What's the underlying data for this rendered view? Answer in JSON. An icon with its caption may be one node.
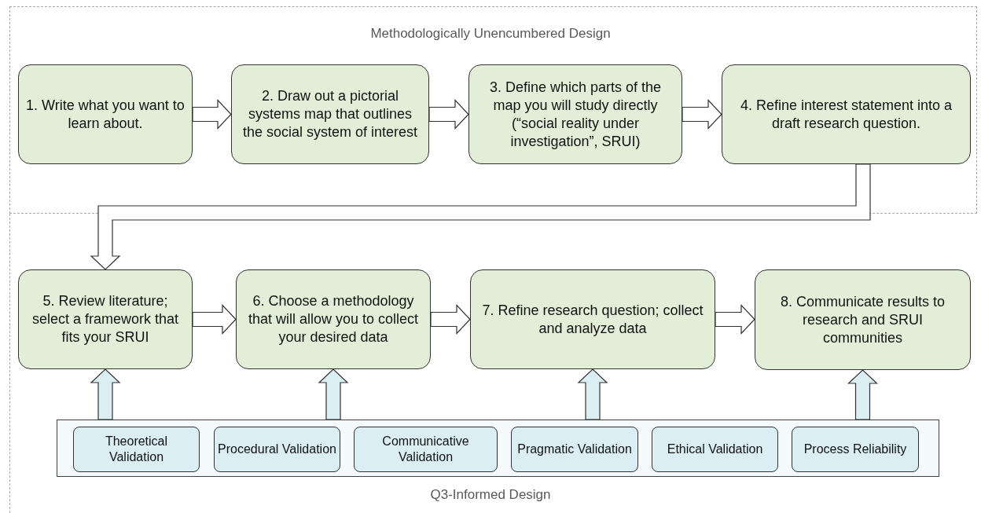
{
  "diagram": {
    "nodes": [
      {
        "text": [
          "1. Write what you want to learn about."
        ]
      },
      {
        "text": [
          "2. Draw out a pictorial systems map that outlines the social system of interest"
        ]
      },
      {
        "text": [
          "3. Define which parts of the map you will study directly (“social reality under investigation”, SRUI)"
        ]
      },
      {
        "text": [
          "4. Refine interest statement into a draft research question."
        ]
      },
      {
        "text": [
          "5. Review literature; select a framework that fits your SRUI"
        ]
      },
      {
        "text": [
          "6. Choose a methodology that will allow you to collect your desired data"
        ]
      },
      {
        "text": [
          "7. Refine research question; collect and analyze data"
        ]
      },
      {
        "text": [
          "8. Communicate results to research and SRUI communities"
        ]
      },
      {
        "text": [],
        "shape": "bar"
      },
      {
        "text": [
          "Theoretical Validation"
        ],
        "in": 8
      },
      {
        "text": [
          "Procedural Validation"
        ],
        "in": 8
      },
      {
        "text": [
          "Communicative Validation"
        ],
        "in": 8
      },
      {
        "text": [
          "Pragmatic Validation"
        ],
        "in": 8
      },
      {
        "text": [
          "Ethical Validation"
        ],
        "in": 8
      },
      {
        "text": [
          "Process Reliability"
        ],
        "in": 8
      }
    ],
    "edges": [
      {
        "from": 0,
        "to": 1,
        "arrow": "to"
      },
      {
        "from": 1,
        "to": 2,
        "arrow": "to"
      },
      {
        "from": 2,
        "to": 3,
        "arrow": "to"
      },
      {
        "from": 3,
        "to": 4,
        "arrow": "to"
      },
      {
        "from": 4,
        "to": 5,
        "arrow": "to"
      },
      {
        "from": 5,
        "to": 6,
        "arrow": "to"
      },
      {
        "from": 6,
        "to": 7,
        "arrow": "to"
      },
      {
        "from": 8,
        "to": 4,
        "arrow": "to",
        "color": "#daeef3"
      },
      {
        "from": 8,
        "to": 5,
        "arrow": "to",
        "color": "#daeef3"
      },
      {
        "from": 8,
        "to": 6,
        "arrow": "to",
        "color": "#daeef3"
      },
      {
        "from": 8,
        "to": 7,
        "arrow": "to",
        "color": "#daeef3"
      }
    ],
    "labels": [
      "Methodologically Unencumbered Design",
      "Q3-Informed Design"
    ]
  }
}
